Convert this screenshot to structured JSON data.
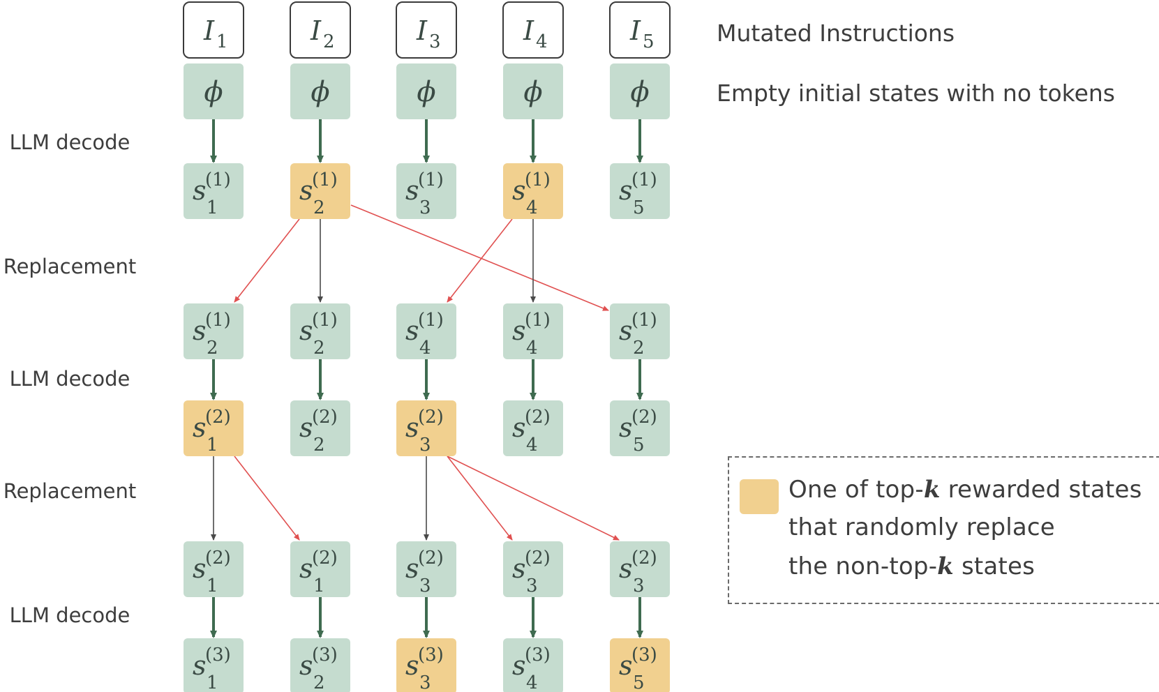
{
  "colors": {
    "green_box": "#c5dccf",
    "yellow_box": "#f1d08f",
    "instr_border": "#3a3a3a",
    "green_arrow": "#3f6b50",
    "gray_arrow": "#4a4a4a",
    "red_arrow": "#e05050"
  },
  "instructions": {
    "symbol": "I",
    "subscripts": [
      "1",
      "2",
      "3",
      "4",
      "5"
    ]
  },
  "phi_symbol": "ϕ",
  "state_symbol": "s",
  "right_labels": {
    "instructions": "Mutated Instructions",
    "initial": "Empty initial states with no tokens"
  },
  "left_labels": {
    "decode_1": "LLM decode",
    "replace_1": "Replacement",
    "decode_2": "LLM decode",
    "replace_2": "Replacement",
    "decode_3": "LLM decode"
  },
  "state_rows": [
    {
      "row": "decode1",
      "cells": [
        {
          "sub": "1",
          "sup": "(1)",
          "highlight": false
        },
        {
          "sub": "2",
          "sup": "(1)",
          "highlight": true
        },
        {
          "sub": "3",
          "sup": "(1)",
          "highlight": false
        },
        {
          "sub": "4",
          "sup": "(1)",
          "highlight": true
        },
        {
          "sub": "5",
          "sup": "(1)",
          "highlight": false
        }
      ]
    },
    {
      "row": "replace1",
      "cells": [
        {
          "sub": "2",
          "sup": "(1)",
          "highlight": false
        },
        {
          "sub": "2",
          "sup": "(1)",
          "highlight": false
        },
        {
          "sub": "4",
          "sup": "(1)",
          "highlight": false
        },
        {
          "sub": "4",
          "sup": "(1)",
          "highlight": false
        },
        {
          "sub": "2",
          "sup": "(1)",
          "highlight": false
        }
      ]
    },
    {
      "row": "decode2",
      "cells": [
        {
          "sub": "1",
          "sup": "(2)",
          "highlight": true
        },
        {
          "sub": "2",
          "sup": "(2)",
          "highlight": false
        },
        {
          "sub": "3",
          "sup": "(2)",
          "highlight": true
        },
        {
          "sub": "4",
          "sup": "(2)",
          "highlight": false
        },
        {
          "sub": "5",
          "sup": "(2)",
          "highlight": false
        }
      ]
    },
    {
      "row": "replace2",
      "cells": [
        {
          "sub": "1",
          "sup": "(2)",
          "highlight": false
        },
        {
          "sub": "1",
          "sup": "(2)",
          "highlight": false
        },
        {
          "sub": "3",
          "sup": "(2)",
          "highlight": false
        },
        {
          "sub": "3",
          "sup": "(2)",
          "highlight": false
        },
        {
          "sub": "3",
          "sup": "(2)",
          "highlight": false
        }
      ]
    },
    {
      "row": "decode3",
      "cells": [
        {
          "sub": "1",
          "sup": "(3)",
          "highlight": false
        },
        {
          "sub": "2",
          "sup": "(3)",
          "highlight": false
        },
        {
          "sub": "3",
          "sup": "(3)",
          "highlight": true
        },
        {
          "sub": "4",
          "sup": "(3)",
          "highlight": false
        },
        {
          "sub": "5",
          "sup": "(3)",
          "highlight": true
        }
      ]
    }
  ],
  "replacement_edges": [
    {
      "stage": 1,
      "from": 2,
      "to": 1,
      "kind": "red"
    },
    {
      "stage": 1,
      "from": 2,
      "to": 2,
      "kind": "gray"
    },
    {
      "stage": 1,
      "from": 2,
      "to": 5,
      "kind": "red"
    },
    {
      "stage": 1,
      "from": 4,
      "to": 3,
      "kind": "red"
    },
    {
      "stage": 1,
      "from": 4,
      "to": 4,
      "kind": "gray"
    },
    {
      "stage": 2,
      "from": 1,
      "to": 1,
      "kind": "gray"
    },
    {
      "stage": 2,
      "from": 1,
      "to": 2,
      "kind": "red"
    },
    {
      "stage": 2,
      "from": 3,
      "to": 3,
      "kind": "gray"
    },
    {
      "stage": 2,
      "from": 3,
      "to": 4,
      "kind": "red"
    },
    {
      "stage": 2,
      "from": 3,
      "to": 5,
      "kind": "red"
    }
  ],
  "legend": {
    "line1_prefix": "One of top-",
    "k": "k",
    "line1_suffix": " rewarded states",
    "line2": "that randomly replace",
    "line3_prefix": "the non-top-",
    "line3_suffix": " states"
  }
}
